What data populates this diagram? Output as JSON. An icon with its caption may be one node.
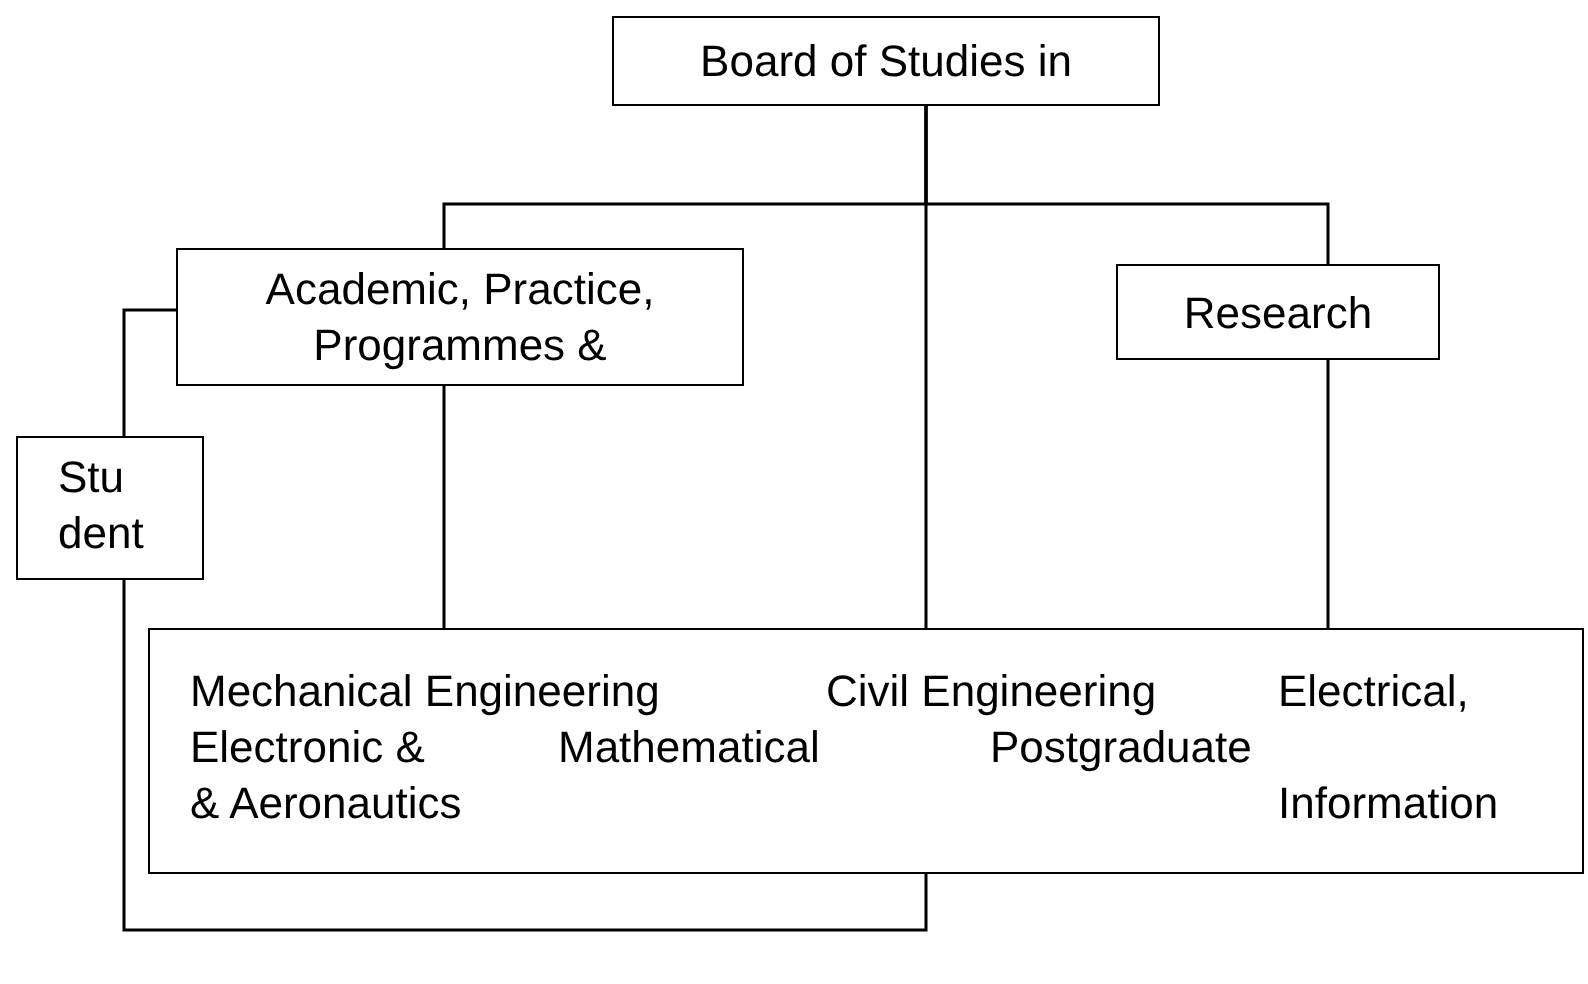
{
  "diagram": {
    "nodes": [
      {
        "text": [
          "Board of Studies in"
        ]
      },
      {
        "text": [
          "Academic, Practice, Programmes &"
        ]
      },
      {
        "text": [
          "Research"
        ]
      },
      {
        "text": [
          "Stu dent"
        ]
      },
      {
        "text": [
          "Mechanical Engineering",
          "Civil Engineering",
          "Electrical,",
          "Electronic &",
          "Mathematical",
          "Postgraduate",
          "& Aeronautics",
          "Information"
        ]
      }
    ],
    "edges": [
      {
        "from": 0,
        "to": 1,
        "arrow": "none"
      },
      {
        "from": 0,
        "to": 2,
        "arrow": "none"
      },
      {
        "from": 0,
        "to": 4,
        "arrow": "none"
      },
      {
        "from": 1,
        "to": 4,
        "arrow": "none"
      },
      {
        "from": 2,
        "to": 4,
        "arrow": "none"
      },
      {
        "from": 1,
        "to": 3,
        "arrow": "none"
      },
      {
        "from": 3,
        "to": 4,
        "arrow": "none"
      }
    ]
  }
}
